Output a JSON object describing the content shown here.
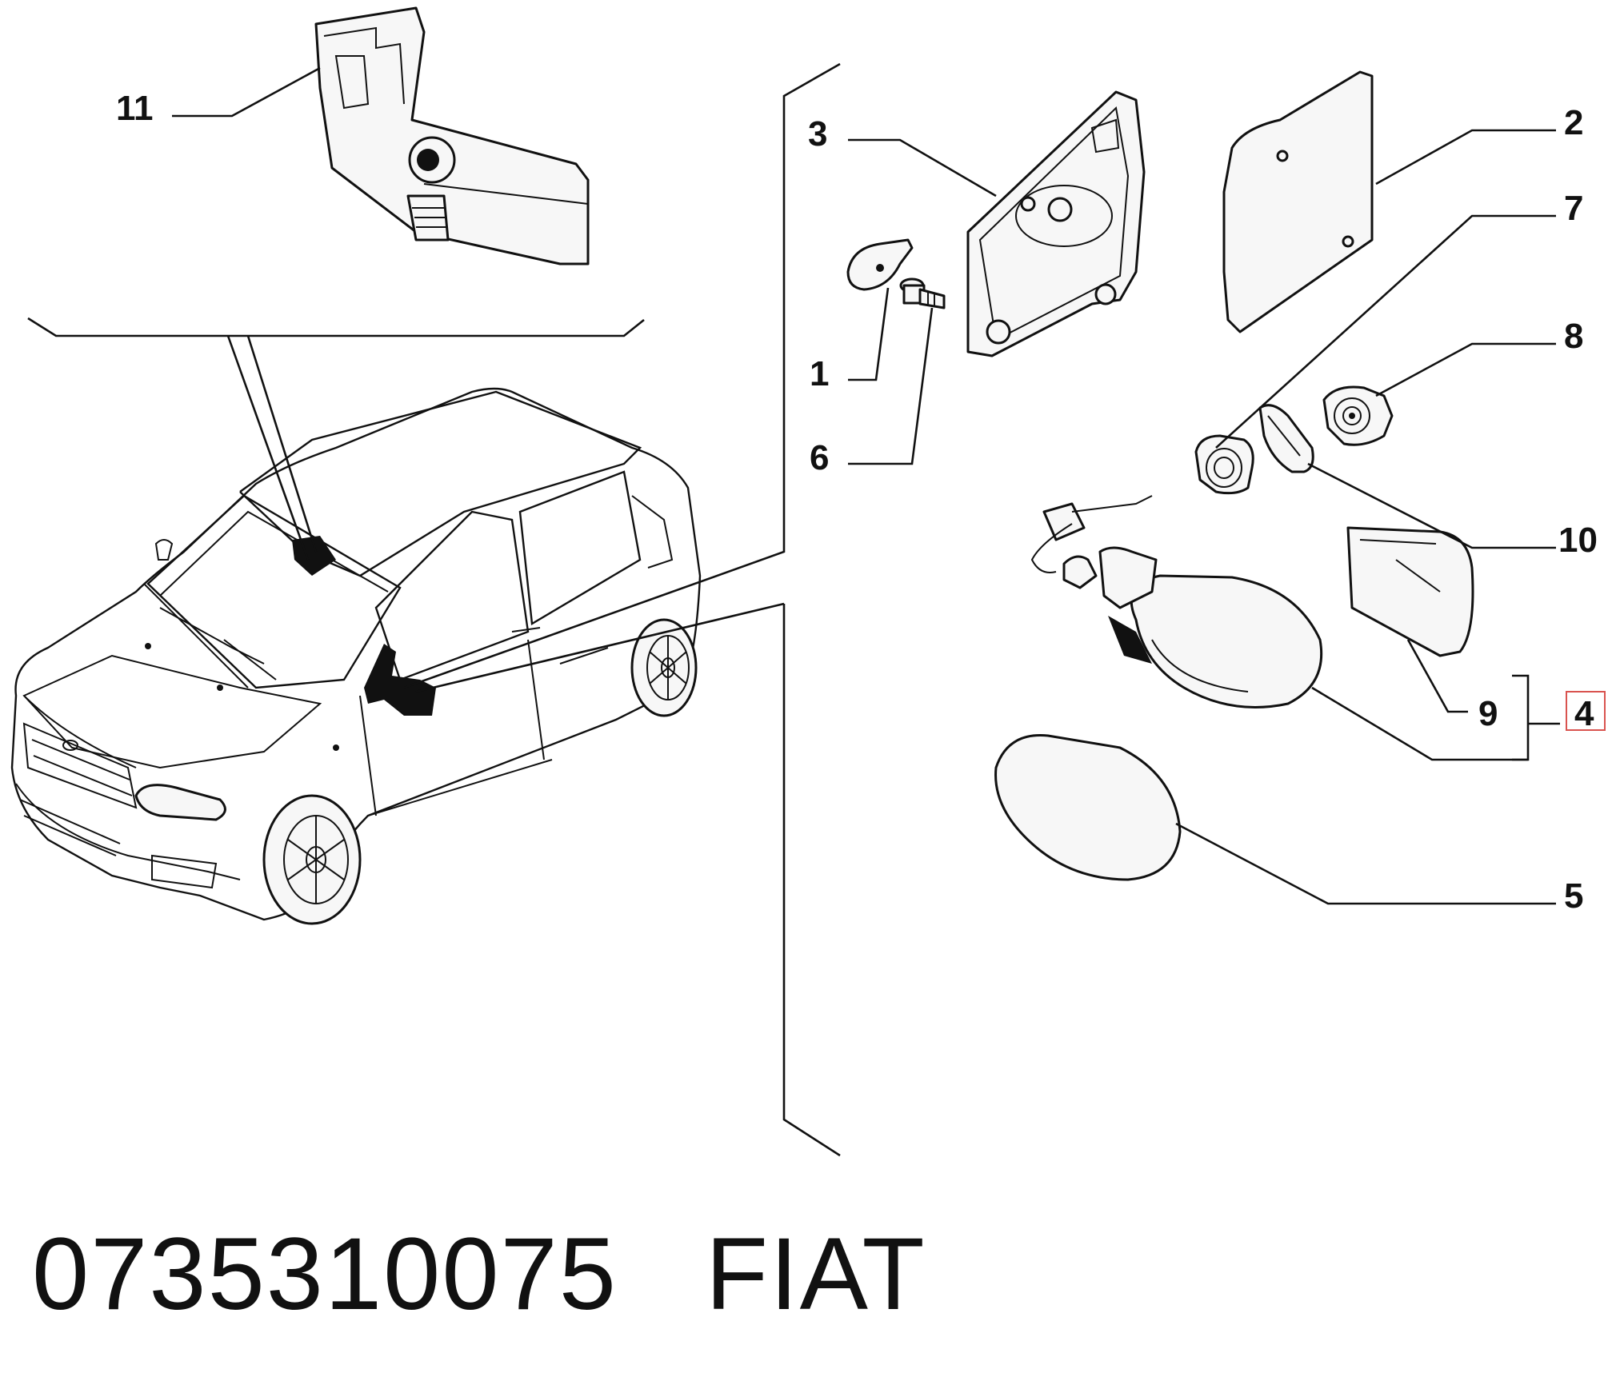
{
  "callouts": {
    "c1": "1",
    "c2": "2",
    "c3": "3",
    "c4": "4",
    "c5": "5",
    "c6": "6",
    "c7": "7",
    "c8": "8",
    "c9": "9",
    "c10": "10",
    "c11": "11"
  },
  "highlight_color": "#d9534f",
  "footer": {
    "part_number": "0735310075",
    "brand": "FIAT"
  }
}
